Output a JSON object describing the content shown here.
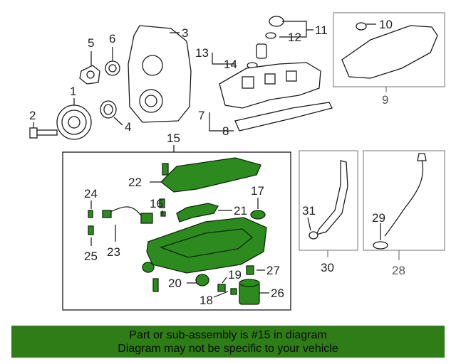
{
  "callouts": [
    "1",
    "2",
    "3",
    "4",
    "5",
    "6",
    "7",
    "8",
    "9",
    "10",
    "11",
    "12",
    "13",
    "14",
    "15",
    "16",
    "17",
    "18",
    "19",
    "20",
    "21",
    "22",
    "23",
    "24",
    "25",
    "26",
    "27",
    "28",
    "29",
    "30",
    "31"
  ],
  "banner": {
    "line1": "Part or sub-assembly is #15 in diagram",
    "line2": "Diagram may not be specific to your vehicle"
  },
  "colors": {
    "highlight": "#2c8a1f",
    "banner": "#2e7d16"
  }
}
